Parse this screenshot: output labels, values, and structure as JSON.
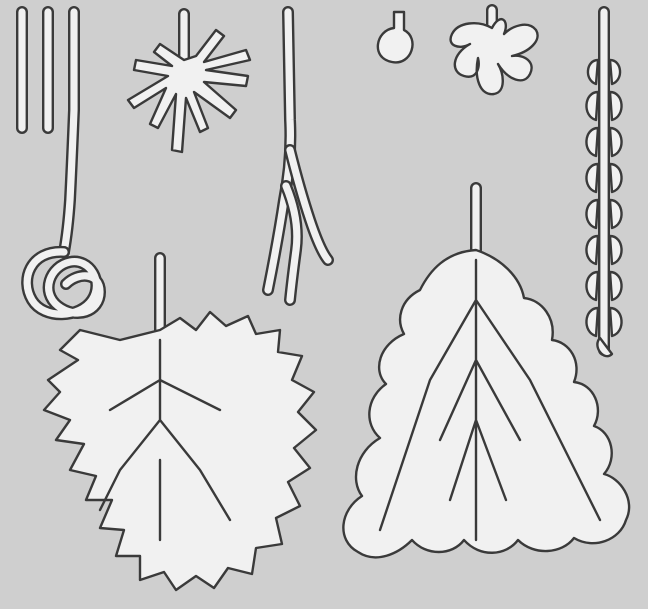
{
  "figure": {
    "background_color": "#cfcfcf",
    "halo_color": "#dddddd",
    "lumen_color": "#f1f1f1",
    "outline_color": "#3a3a3a",
    "panels": [
      {
        "type": "simple-tubular-gland"
      },
      {
        "type": "branched-tubular-gland"
      },
      {
        "type": "simple-branched-tubular-gland"
      },
      {
        "type": "simple-alveolar-gland"
      },
      {
        "type": "branched-alveolar-gland"
      },
      {
        "type": "compound-alveolar-gland"
      },
      {
        "type": "coiled-tubular-gland"
      },
      {
        "type": "compound-tubular-gland"
      },
      {
        "type": "compound-tubuloalveolar-gland"
      }
    ]
  }
}
